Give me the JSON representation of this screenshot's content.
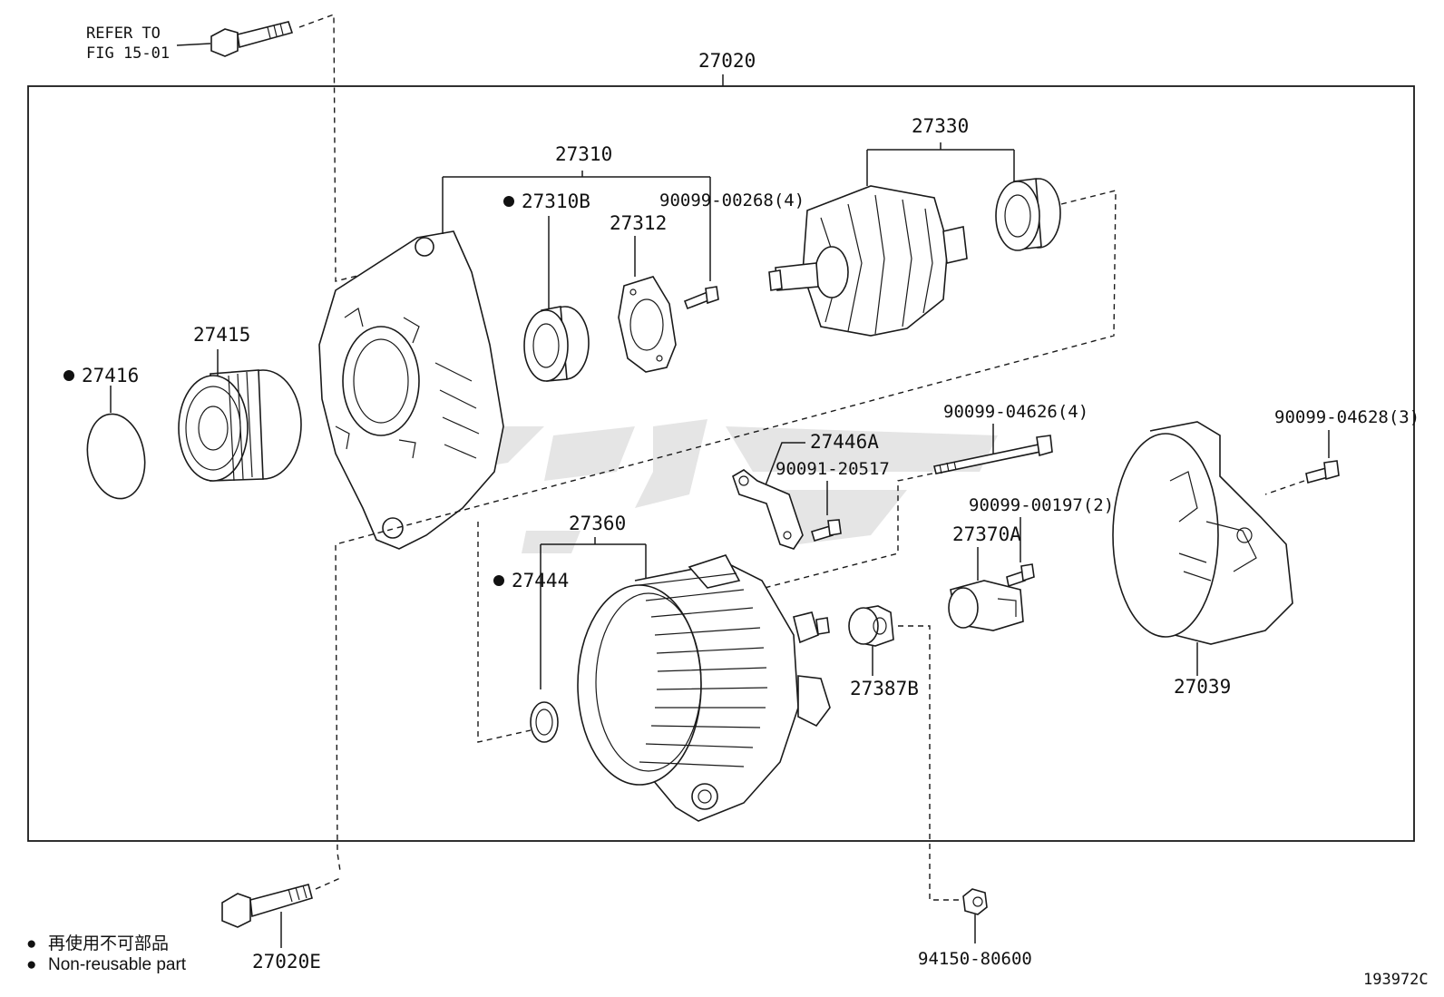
{
  "diagram": {
    "assembly_label": "27020",
    "refer_note": [
      "REFER TO",
      "FIG 15-01"
    ],
    "figure_code": "193972C",
    "legend": {
      "jp": "再使用不可部品",
      "en": "Non-reusable part",
      "bullet": "●"
    },
    "parts": {
      "p27310": "27310",
      "p27310b": "27310B",
      "p27312": "27312",
      "p90099_00268": "90099-00268(4)",
      "p27330": "27330",
      "p27415": "27415",
      "p27416": "27416",
      "p27446a": "27446A",
      "p90091_20517": "90091-20517",
      "p90099_04626": "90099-04626(4)",
      "p90099_04628": "90099-04628(3)",
      "p90099_00197": "90099-00197(2)",
      "p27370a": "27370A",
      "p27360": "27360",
      "p27444": "27444",
      "p27387b": "27387B",
      "p27039": "27039",
      "p27020e": "27020E",
      "p94150_80600": "94150-80600"
    }
  }
}
